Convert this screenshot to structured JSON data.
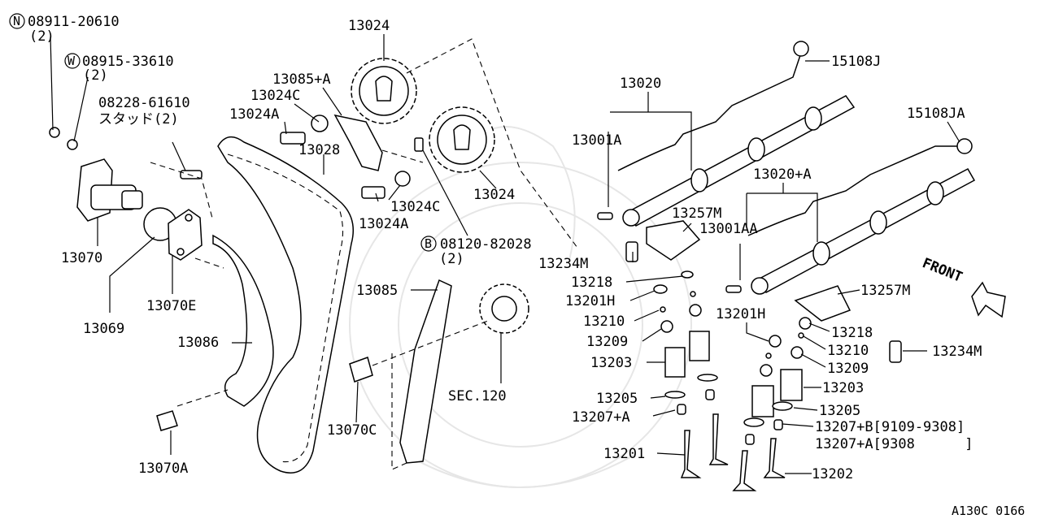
{
  "labels": {
    "l_n08911": "08911-20610",
    "l_n08911_q": "(2)",
    "l_w08915": "08915-33610",
    "l_w08915_q": "(2)",
    "l_08228": "08228-61610",
    "l_stud": "スタッド(2)",
    "l_13070": "13070",
    "l_13069": "13069",
    "l_13070e": "13070E",
    "l_13086": "13086",
    "l_13070a": "13070A",
    "l_13024_top": "13024",
    "l_13085a": "13085+A",
    "l_13024c_top": "13024C",
    "l_13024a_top": "13024A",
    "l_13028": "13028",
    "l_13024c_mid": "13024C",
    "l_13024a_mid": "13024A",
    "l_13024_right": "13024",
    "l_b08120": "08120-82028",
    "l_b08120_q": "(2)",
    "l_13085": "13085",
    "l_13070c": "13070C",
    "l_sec120": "SEC.120",
    "l_13020": "13020",
    "l_13001a": "13001A",
    "l_15108j": "15108J",
    "l_15108ja": "15108JA",
    "l_13020a": "13020+A",
    "l_13257m_left": "13257M",
    "l_13001aa": "13001AA",
    "l_13234m_left": "13234M",
    "l_13218_left": "13218",
    "l_13201h_left": "13201H",
    "l_13210_left": "13210",
    "l_13209_left": "13209",
    "l_13203_left": "13203",
    "l_13205_left": "13205",
    "l_13207a_left": "13207+A",
    "l_13201": "13201",
    "l_13257m_right": "13257M",
    "l_13201h_right": "13201H",
    "l_13218_right": "13218",
    "l_13210_right": "13210",
    "l_13209_right": "13209",
    "l_13234m_right": "13234M",
    "l_13203_right": "13203",
    "l_13205_right": "13205",
    "l_13207b": "13207+B[9109-9308]",
    "l_13207a_right": "13207+A[9308      ]",
    "l_13202": "13202",
    "l_front": "FRONT",
    "l_ref": "A130C 0166"
  },
  "markers": {
    "n": "N",
    "w": "W",
    "b": "B"
  }
}
